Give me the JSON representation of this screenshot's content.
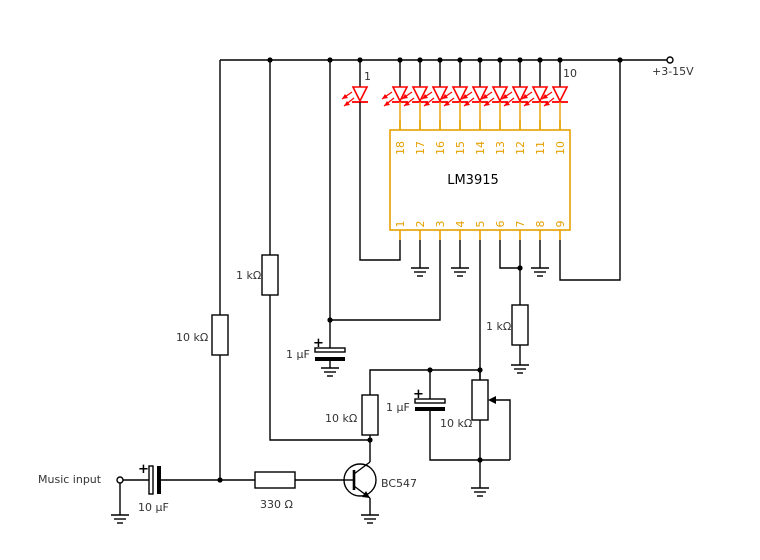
{
  "title": "LM3915 music level indicator schematic",
  "colors": {
    "wire": "#000000",
    "chip": "#e6a000",
    "led": "#ff0000",
    "label": "#333333"
  },
  "supply_label": "+3-15V",
  "input_label": "Music input",
  "chip": {
    "name": "LM3915",
    "top_pins": [
      "18",
      "17",
      "16",
      "15",
      "14",
      "13",
      "12",
      "11",
      "10"
    ],
    "bottom_pins": [
      "1",
      "2",
      "3",
      "4",
      "5",
      "6",
      "7",
      "8",
      "9"
    ]
  },
  "leds": {
    "first_label": "1",
    "last_label": "10",
    "count": 10
  },
  "components": {
    "r_input_divider": "10 kΩ",
    "r_bias": "1 kΩ",
    "c_input": "10 µF",
    "r_base": "330 Ω",
    "transistor": "BC547",
    "r_collector": "10 kΩ",
    "c_filter": "1 µF",
    "c_peak": "1 µF",
    "pot": "10 kΩ",
    "r_ref": "1 kΩ"
  }
}
